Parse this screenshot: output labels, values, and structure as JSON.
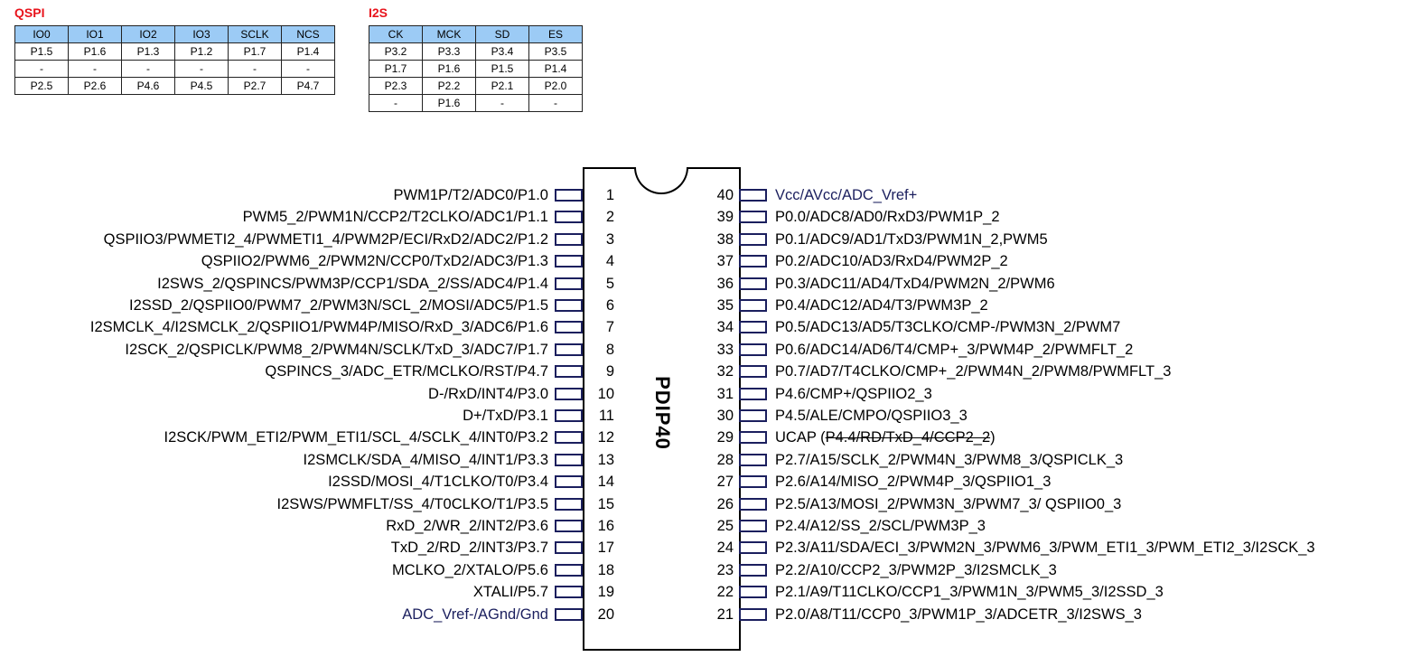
{
  "qspi": {
    "title": "QSPI",
    "headers": [
      "IO0",
      "IO1",
      "IO2",
      "IO3",
      "SCLK",
      "NCS"
    ],
    "rows": [
      [
        "P1.5",
        "P1.6",
        "P1.3",
        "P1.2",
        "P1.7",
        "P1.4"
      ],
      [
        "-",
        "-",
        "-",
        "-",
        "-",
        "-"
      ],
      [
        "P2.5",
        "P2.6",
        "P4.6",
        "P4.5",
        "P2.7",
        "P4.7"
      ]
    ]
  },
  "i2s": {
    "title": "I2S",
    "headers": [
      "CK",
      "MCK",
      "SD",
      "ES"
    ],
    "rows": [
      [
        "P3.2",
        "P3.3",
        "P3.4",
        "P3.5"
      ],
      [
        "P1.7",
        "P1.6",
        "P1.5",
        "P1.4"
      ],
      [
        "P2.3",
        "P2.2",
        "P2.1",
        "P2.0"
      ],
      [
        "-",
        "P1.6",
        "-",
        "-"
      ]
    ]
  },
  "chip": {
    "name": "PDIP40",
    "left_pins": [
      {
        "num": "1",
        "label": "PWM1P/T2/ADC0/P1.0"
      },
      {
        "num": "2",
        "label": "PWM5_2/PWM1N/CCP2/T2CLKO/ADC1/P1.1"
      },
      {
        "num": "3",
        "label": "QSPIIO3/PWMETI2_4/PWMETI1_4/PWM2P/ECI/RxD2/ADC2/P1.2"
      },
      {
        "num": "4",
        "label": "QSPIIO2/PWM6_2/PWM2N/CCP0/TxD2/ADC3/P1.3"
      },
      {
        "num": "5",
        "label": "I2SWS_2/QSPINCS/PWM3P/CCP1/SDA_2/SS/ADC4/P1.4"
      },
      {
        "num": "6",
        "label": "I2SSD_2/QSPIIO0/PWM7_2/PWM3N/SCL_2/MOSI/ADC5/P1.5"
      },
      {
        "num": "7",
        "label": "I2SMCLK_4/I2SMCLK_2/QSPIIO1/PWM4P/MISO/RxD_3/ADC6/P1.6"
      },
      {
        "num": "8",
        "label": "I2SCK_2/QSPICLK/PWM8_2/PWM4N/SCLK/TxD_3/ADC7/P1.7"
      },
      {
        "num": "9",
        "label": "QSPINCS_3/ADC_ETR/MCLKO/RST/P4.7"
      },
      {
        "num": "10",
        "label": "D-/RxD/INT4/P3.0"
      },
      {
        "num": "11",
        "label": "D+/TxD/P3.1"
      },
      {
        "num": "12",
        "label": "I2SCK/PWM_ETI2/PWM_ETI1/SCL_4/SCLK_4/INT0/P3.2"
      },
      {
        "num": "13",
        "label": "I2SMCLK/SDA_4/MISO_4/INT1/P3.3"
      },
      {
        "num": "14",
        "label": "I2SSD/MOSI_4/T1CLKO/T0/P3.4"
      },
      {
        "num": "15",
        "label": "I2SWS/PWMFLT/SS_4/T0CLKO/T1/P3.5"
      },
      {
        "num": "16",
        "label": "RxD_2/WR_2/INT2/P3.6"
      },
      {
        "num": "17",
        "label": "TxD_2/RD_2/INT3/P3.7"
      },
      {
        "num": "18",
        "label": "MCLKO_2/XTALO/P5.6"
      },
      {
        "num": "19",
        "label": "XTALI/P5.7"
      },
      {
        "num": "20",
        "label": "ADC_Vref-/AGnd/Gnd"
      }
    ],
    "right_pins": [
      {
        "num": "40",
        "label": "Vcc/AVcc/ADC_Vref+"
      },
      {
        "num": "39",
        "label": "P0.0/ADC8/AD0/RxD3/PWM1P_2"
      },
      {
        "num": "38",
        "label": "P0.1/ADC9/AD1/TxD3/PWM1N_2,PWM5"
      },
      {
        "num": "37",
        "label": "P0.2/ADC10/AD3/RxD4/PWM2P_2"
      },
      {
        "num": "36",
        "label": "P0.3/ADC11/AD4/TxD4/PWM2N_2/PWM6"
      },
      {
        "num": "35",
        "label": "P0.4/ADC12/AD4/T3/PWM3P_2"
      },
      {
        "num": "34",
        "label": "P0.5/ADC13/AD5/T3CLKO/CMP-/PWM3N_2/PWM7"
      },
      {
        "num": "33",
        "label": "P0.6/ADC14/AD6/T4/CMP+_3/PWM4P_2/PWMFLT_2"
      },
      {
        "num": "32",
        "label": "P0.7/AD7/T4CLKO/CMP+_2/PWM4N_2/PWM8/PWMFLT_3"
      },
      {
        "num": "31",
        "label": "P4.6/CMP+/QSPIIO2_3"
      },
      {
        "num": "30",
        "label": "P4.5/ALE/CMPO/QSPIIO3_3"
      },
      {
        "num": "29",
        "label": "UCAP (",
        "struck": "P4.4/RD/TxD_4/CCP2_2",
        "suffix": ")"
      },
      {
        "num": "28",
        "label": "P2.7/A15/SCLK_2/PWM4N_3/PWM8_3/QSPICLK_3"
      },
      {
        "num": "27",
        "label": "P2.6/A14/MISO_2/PWM4P_3/QSPIIO1_3"
      },
      {
        "num": "26",
        "label": "P2.5/A13/MOSI_2/PWM3N_3/PWM7_3/ QSPIIO0_3"
      },
      {
        "num": "25",
        "label": "P2.4/A12/SS_2/SCL/PWM3P_3"
      },
      {
        "num": "24",
        "label": "P2.3/A11/SDA/ECI_3/PWM2N_3/PWM6_3/PWM_ETI1_3/PWM_ETI2_3/I2SCK_3"
      },
      {
        "num": "23",
        "label": "P2.2/A10/CCP2_3/PWM2P_3/I2SMCLK_3"
      },
      {
        "num": "22",
        "label": "P2.1/A9/T11CLKO/CCP1_3/PWM1N_3/PWM5_3/I2SSD_3"
      },
      {
        "num": "21",
        "label": "P2.0/A8/T11/CCP0_3/PWM1P_3/ADCETR_3/I2SWS_3"
      }
    ]
  },
  "colors": {
    "title_red": "#e8141c",
    "header_blue": "#9ccbf5",
    "pin_navy": "#1b1f5e"
  }
}
